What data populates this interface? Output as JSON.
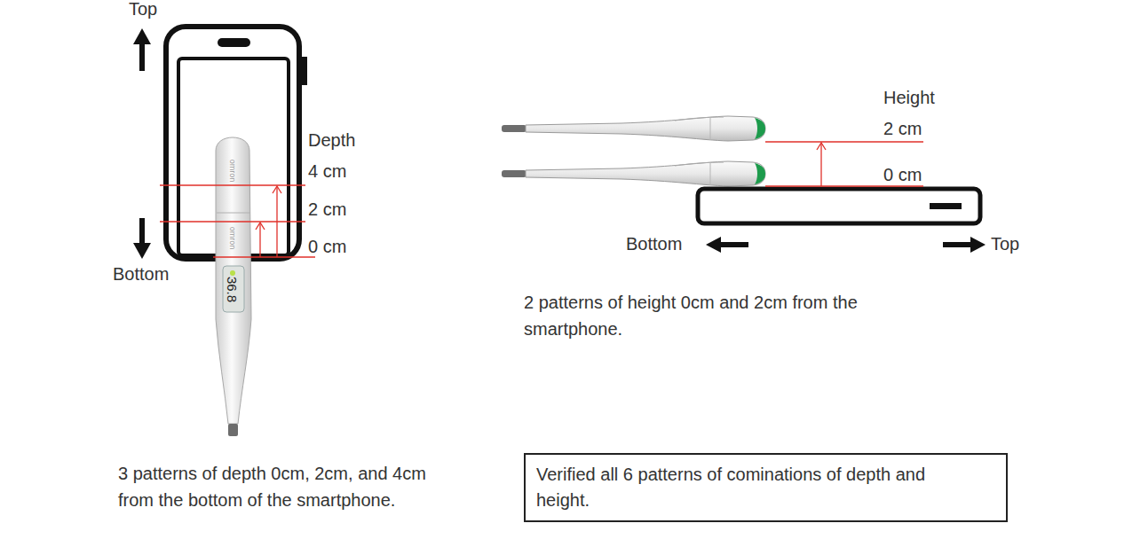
{
  "diagram": {
    "nodes": [
      {
        "text": [
          "Verified all 6 patterns of cominations of depth and height."
        ]
      }
    ],
    "labels": [
      "Top",
      "Bottom",
      "Depth",
      "4 cm",
      "2 cm",
      "0 cm",
      "36.8",
      "omron",
      "omron",
      "Height",
      "2 cm",
      "0 cm",
      "Bottom",
      "Top",
      "3 patterns of depth 0cm, 2cm, and 4cm from the bottom of the smartphone.",
      "2 patterns of height 0cm and 2cm from the smartphone."
    ]
  }
}
